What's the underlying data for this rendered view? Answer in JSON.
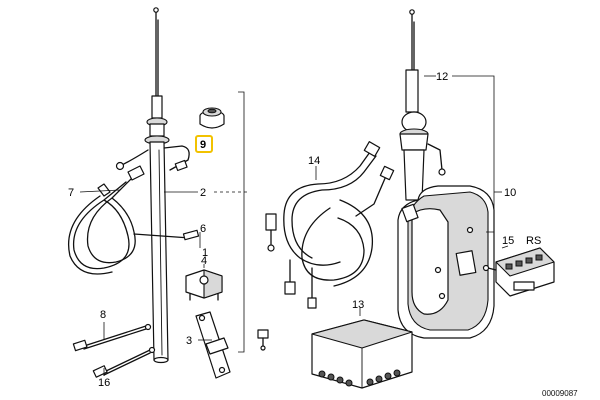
{
  "diagram": {
    "part_labels": {
      "p1": "1",
      "p2": "2",
      "p3": "3",
      "p4": "4",
      "p6": "6",
      "p7": "7",
      "p8": "8",
      "p9": "9",
      "p10": "10",
      "p12": "12",
      "p13": "13",
      "p14": "14",
      "p15": "15",
      "p16": "16",
      "rs": "RS"
    },
    "highlighted_part": "9",
    "highlight_color": "#f2c200",
    "drawing_code": "00009087"
  }
}
